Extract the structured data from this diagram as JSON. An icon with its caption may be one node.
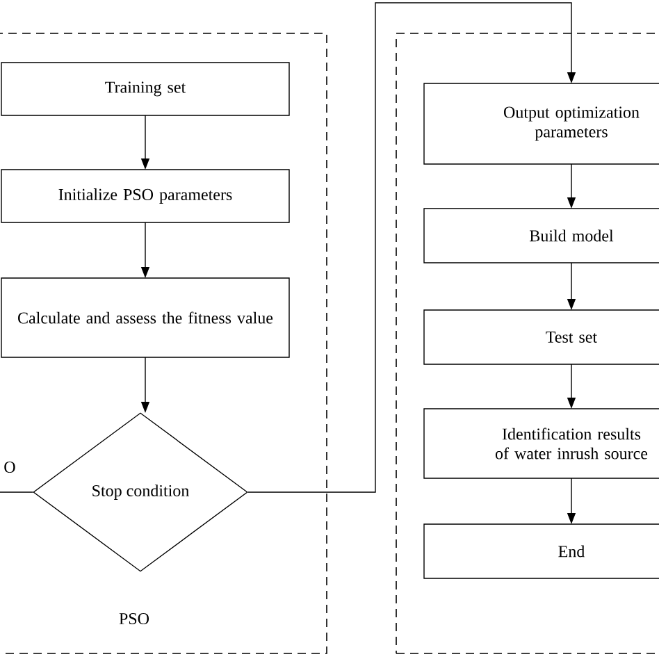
{
  "diagram": {
    "nodes": [
      {
        "text": [
          "PSO"
        ]
      },
      {
        "text": [
          "Training set"
        ],
        "in": 0
      },
      {
        "text": [
          "Initialize PSO parameters"
        ],
        "in": 0
      },
      {
        "text": [
          "Calculate and assess the fitness value"
        ],
        "in": 0
      },
      {
        "text": [
          "Stop condition"
        ],
        "in": 0
      },
      {
        "text": [],
        "shape": "box"
      },
      {
        "text": [
          "Output optimization parameters"
        ],
        "in": 5
      },
      {
        "text": [
          "Build model"
        ],
        "in": 5
      },
      {
        "text": [
          "Test set"
        ],
        "in": 5
      },
      {
        "text": [
          "Identification results of water inrush source"
        ],
        "in": 5
      },
      {
        "text": [
          "End"
        ],
        "in": 5
      }
    ],
    "edges": [
      {
        "from": 1,
        "to": 2,
        "arrow": "to"
      },
      {
        "from": 2,
        "to": 3,
        "arrow": "to"
      },
      {
        "from": 3,
        "to": 4,
        "arrow": "to"
      },
      {
        "from": 4,
        "to": 6,
        "arrow": "to"
      },
      {
        "from": 6,
        "to": 7,
        "arrow": "to"
      },
      {
        "from": 7,
        "to": 8,
        "arrow": "to"
      },
      {
        "from": 8,
        "to": 9,
        "arrow": "to"
      },
      {
        "from": 9,
        "to": 10,
        "arrow": "to"
      },
      {
        "from": 4,
        "to": null,
        "arrow": "none",
        "label": "O"
      }
    ]
  }
}
